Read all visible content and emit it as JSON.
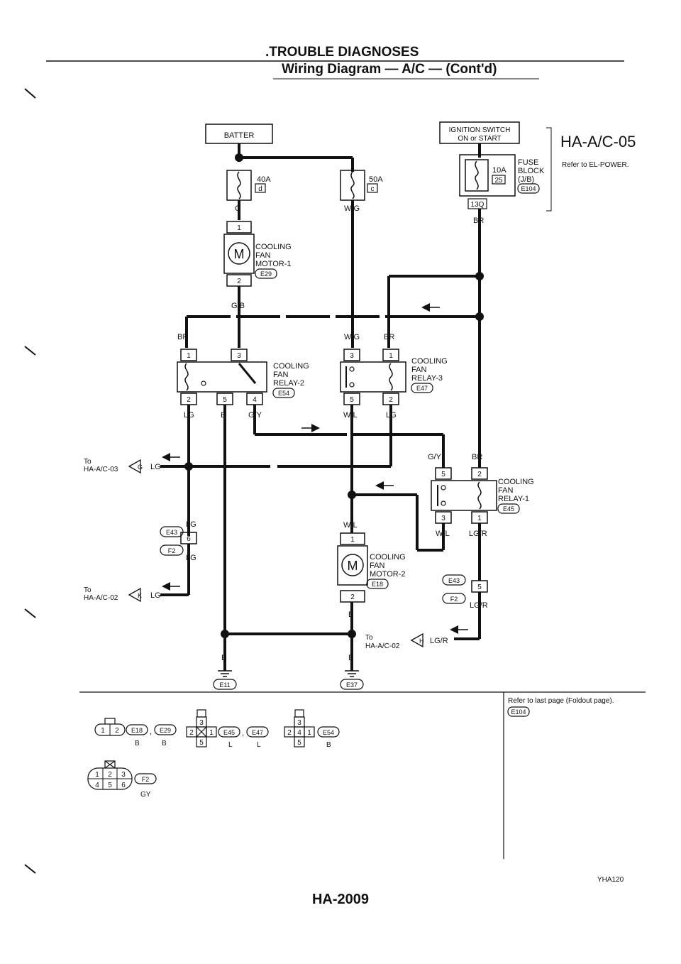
{
  "header": {
    "section_title": ".TROUBLE DIAGNOSES",
    "subtitle": "Wiring Diagram — A/C — (Cont'd)"
  },
  "diagram_code": "HA-A/C-05",
  "refer_power": "Refer to EL-POWER.",
  "refer_foldout": "Refer to last page (Foldout page).",
  "foldout_connector": "E104",
  "footer_code": "YHA120",
  "page_number": "HA-2009",
  "boxes": {
    "battery": "BATTER",
    "ignition_line1": "IGNITION SWITCH",
    "ignition_line2": "ON or START"
  },
  "fuses": {
    "f40": {
      "amp": "40A",
      "id": "d"
    },
    "f50": {
      "amp": "50A",
      "id": "c"
    },
    "f10": {
      "amp": "10A",
      "id": "25"
    },
    "fuse_block": [
      "FUSE",
      "BLOCK",
      "(J/B)",
      "E104"
    ],
    "terminal_13q": "13Q"
  },
  "components": {
    "motor1": [
      "COOLING",
      "FAN",
      "MOTOR-1",
      "E29"
    ],
    "motor2": [
      "COOLING",
      "FAN",
      "MOTOR-2",
      "E18"
    ],
    "relay1": [
      "COOLING",
      "FAN",
      "RELAY-1",
      "E45"
    ],
    "relay2": [
      "COOLING",
      "FAN",
      "RELAY-2",
      "E54"
    ],
    "relay3": [
      "COOLING",
      "FAN",
      "RELAY-3",
      "E47"
    ],
    "motor_symbol": "M"
  },
  "pins": {
    "m1_top": "1",
    "m1_bot": "2",
    "m2_top": "1",
    "m2_bot": "2",
    "r2_1": "1",
    "r2_3": "3",
    "r2_2": "2",
    "r2_5": "5",
    "r2_4": "4",
    "r3_3": "3",
    "r3_1": "1",
    "r3_5": "5",
    "r3_2": "2",
    "r1_5": "5",
    "r1_2": "2",
    "r1_3": "3",
    "r1_1": "1",
    "c6": "6",
    "c5": "5"
  },
  "wires": {
    "g": "G",
    "wg": "W/G",
    "br": "BR",
    "gb": "G/B",
    "wg2": "W/G",
    "br2": "BR",
    "br3": "BR",
    "lg": "LG",
    "b": "B",
    "gy": "G/Y",
    "wl": "W/L",
    "lg2": "LG",
    "gy2": "G/Y",
    "br4": "BR",
    "lg3": "LG",
    "lg4": "LG",
    "lg5": "LG",
    "lg6": "LG",
    "wl2": "W/L",
    "wl3": "W/L",
    "lgr": "LG/R",
    "lgr2": "LG/R",
    "lgr3": "LG/R",
    "b2": "B",
    "b3": "B",
    "b4": "B"
  },
  "connectors": {
    "e43a": "E43",
    "f2a": "F2",
    "e43b": "E43",
    "f2b": "F2"
  },
  "grounds": {
    "g1": "E11",
    "g2": "E37"
  },
  "offpage": {
    "to1_a": "To",
    "to1_b": "HA-A/C-03",
    "to1_letter": "G",
    "to2_a": "To",
    "to2_b": "HA-A/C-02",
    "to2_letter": "K",
    "to3_a": "To",
    "to3_b": "HA-A/C-02",
    "to3_letter": "H"
  },
  "legend": {
    "c1": {
      "pins": [
        "1",
        "2"
      ],
      "ids": [
        "E18",
        "E29"
      ],
      "colors": [
        "B",
        "B"
      ]
    },
    "c2": {
      "pins": [
        "3",
        "2",
        "1",
        "5"
      ],
      "ids": [
        "E45",
        "E47"
      ],
      "colors": [
        "L",
        "L"
      ]
    },
    "c3": {
      "pins": [
        "3",
        "2",
        "4",
        "1",
        "5"
      ],
      "id": "E54",
      "color": "B"
    },
    "c4": {
      "pins": [
        "1",
        "2",
        "3",
        "4",
        "5",
        "6"
      ],
      "id": "F2",
      "color": "GY"
    }
  }
}
